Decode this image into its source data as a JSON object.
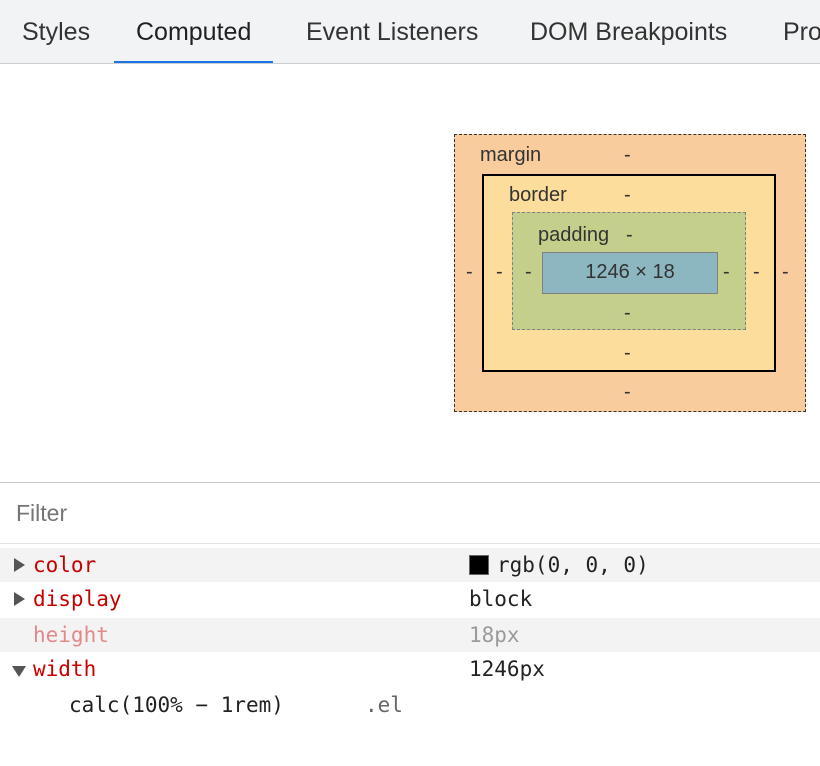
{
  "tabs": [
    {
      "label": "Styles",
      "selected": false
    },
    {
      "label": "Computed",
      "selected": true
    },
    {
      "label": "Event Listeners",
      "selected": false
    },
    {
      "label": "DOM Breakpoints",
      "selected": false
    },
    {
      "label": "Properties",
      "selected": false
    }
  ],
  "box_model": {
    "margin_label": "margin",
    "margin_top": "-",
    "margin_right": "-",
    "margin_bottom": "-",
    "margin_left": "-",
    "border_label": "border",
    "border_top": "-",
    "border_right": "-",
    "border_bottom": "-",
    "border_left": "-",
    "padding_label": "padding",
    "padding_top": "-",
    "padding_right": "-",
    "padding_bottom": "-",
    "padding_left": "-",
    "content_size": "1246 × 18",
    "colors": {
      "margin": "#f9cc9d",
      "border": "#fddd9b",
      "padding": "#c3cf8a",
      "content": "#8cb6c0"
    }
  },
  "filter": {
    "placeholder": "Filter",
    "value": ""
  },
  "properties": [
    {
      "name": "color",
      "value": "rgb(0, 0, 0)",
      "swatch": "#000000",
      "expanded": false,
      "inherited": false
    },
    {
      "name": "display",
      "value": "block",
      "expanded": false,
      "inherited": false
    },
    {
      "name": "height",
      "value": "18px",
      "expanded": false,
      "inherited": true
    },
    {
      "name": "width",
      "value": "1246px",
      "expanded": true,
      "inherited": false,
      "trace": {
        "value": "calc(100% − 1rem)",
        "source": ".el"
      }
    }
  ],
  "icons": {
    "collapsed": "triangle-right-icon",
    "expanded": "triangle-down-icon"
  }
}
